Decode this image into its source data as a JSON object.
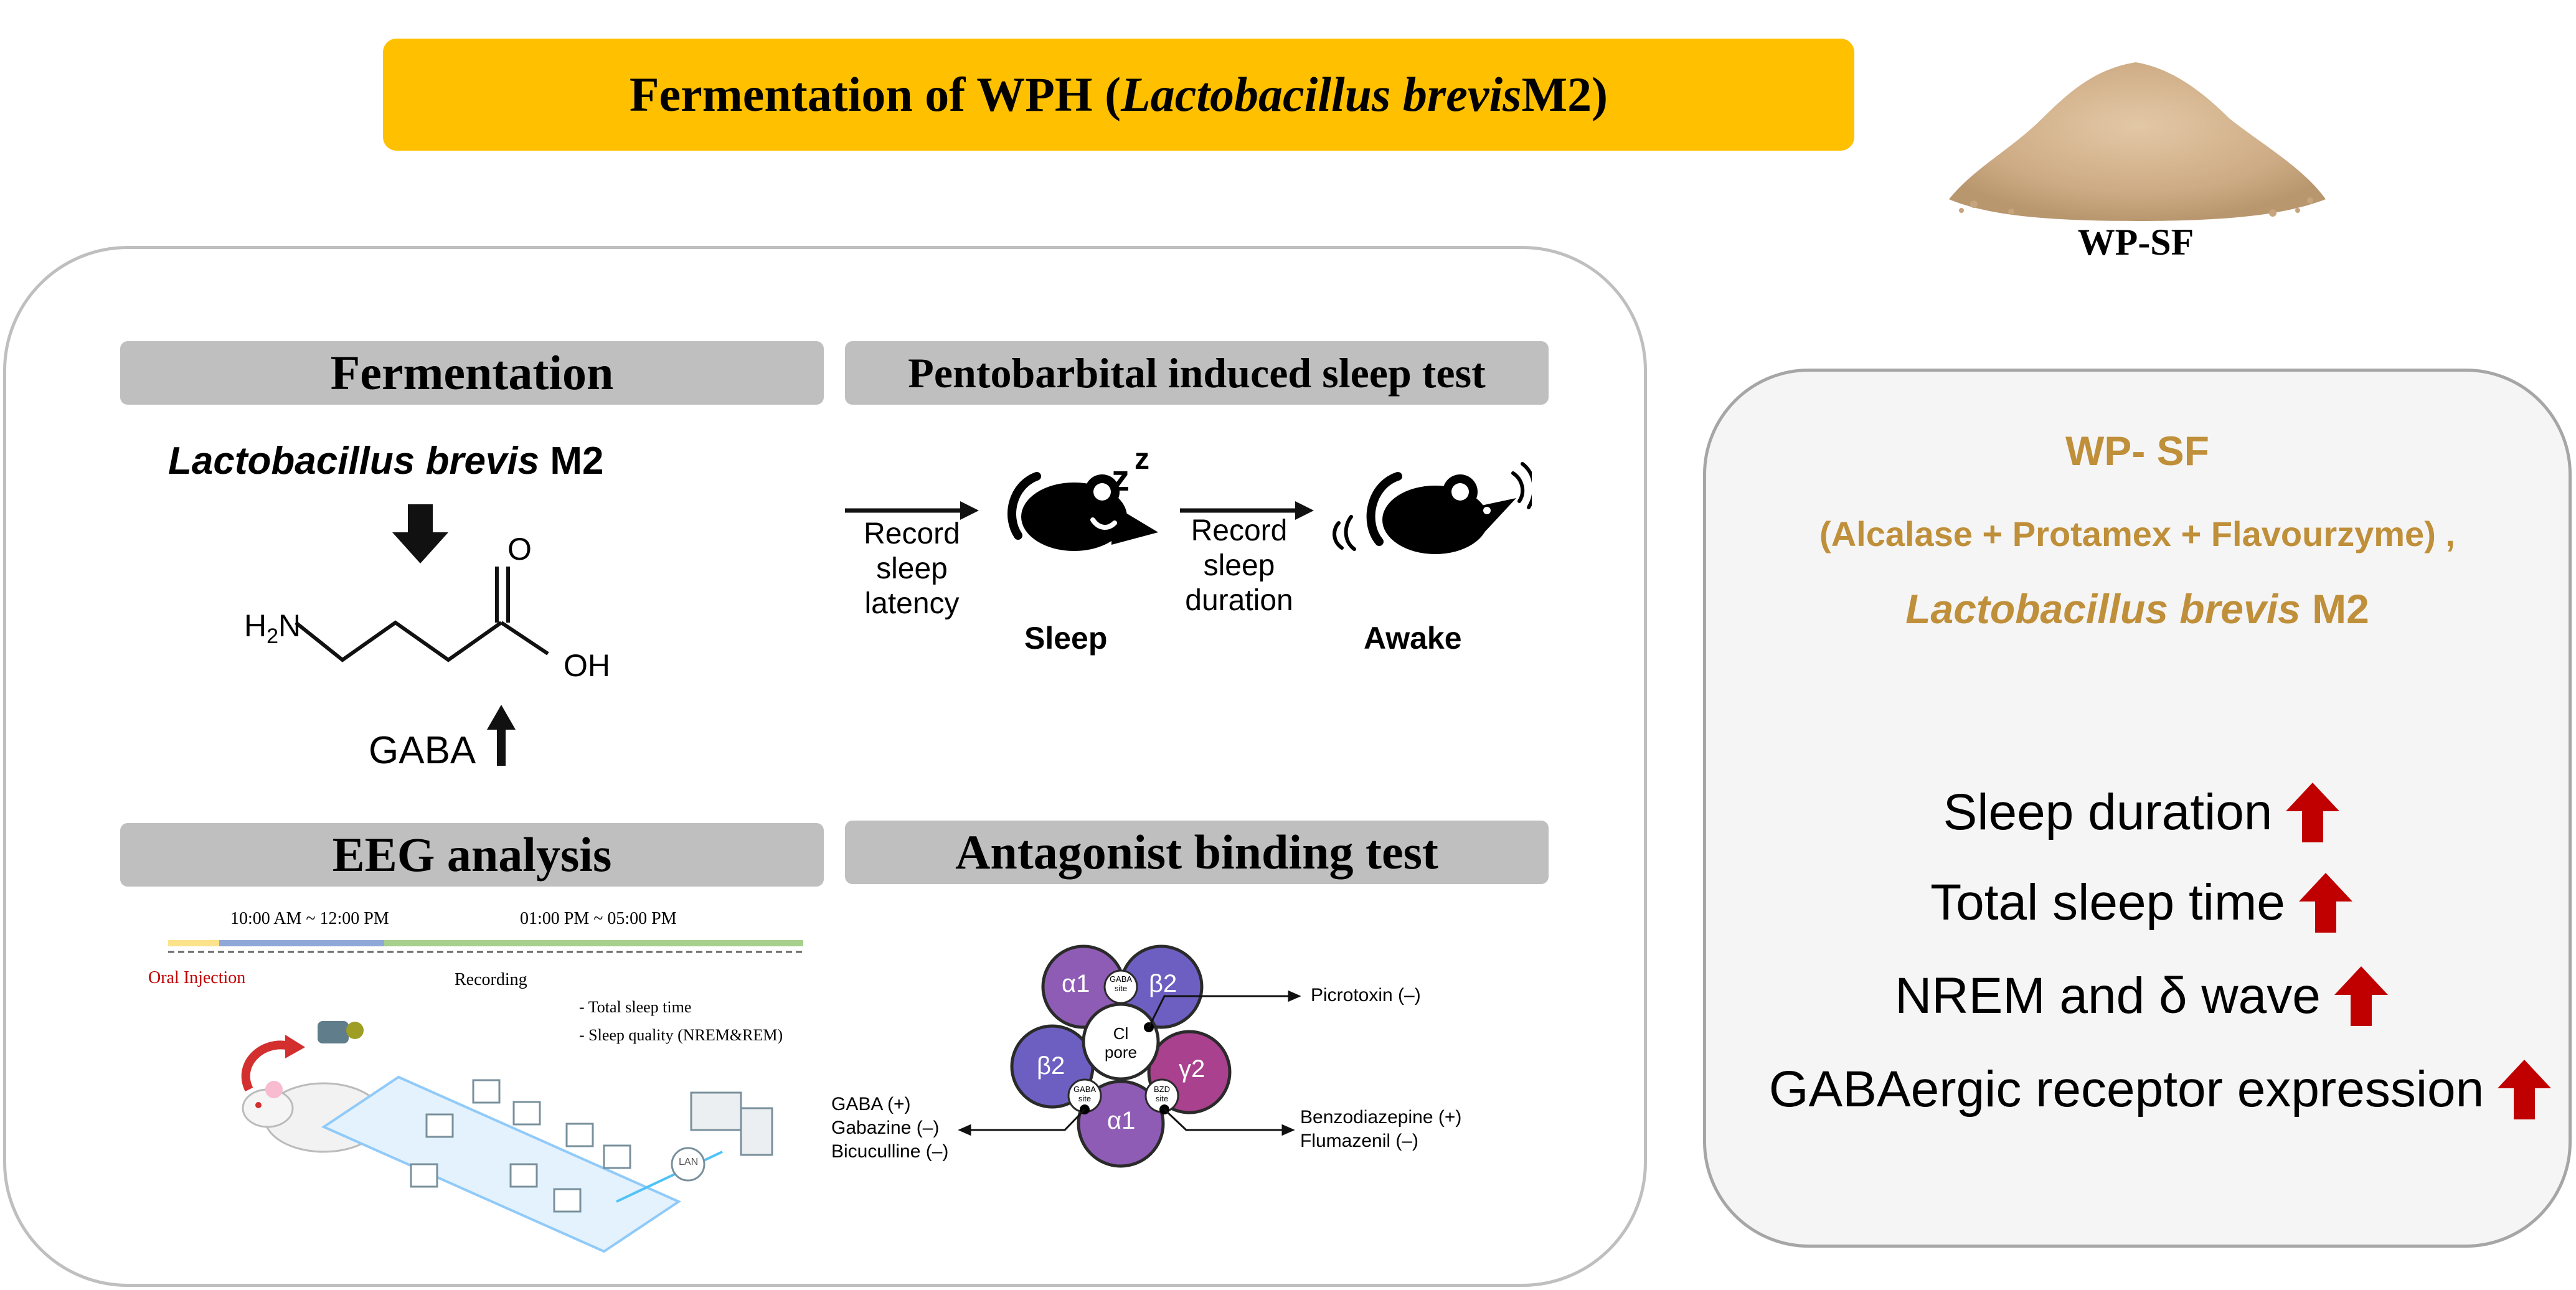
{
  "header": {
    "title_prefix": "Fermentation of WPH (",
    "title_italic": "Lactobacillus brevis",
    "title_suffix": " M2)"
  },
  "product": {
    "label": "WP-SF"
  },
  "fermentation": {
    "heading": "Fermentation",
    "organism_italic": "Lactobacillus brevis",
    "organism_suffix": " M2",
    "molecule": {
      "amine": "H2N",
      "carbonyl": "O",
      "hydroxyl": "OH"
    },
    "gaba_label": "GABA"
  },
  "sleep_test": {
    "heading": "Pentobarbital induced sleep test",
    "record_latency": [
      "Record",
      "sleep",
      "latency"
    ],
    "record_duration": [
      "Record",
      "sleep",
      "duration"
    ],
    "sleep_label": "Sleep",
    "awake_label": "Awake",
    "zzz": "z"
  },
  "eeg": {
    "heading": "EEG analysis",
    "time1": "10:00 AM ~ 12:00 PM",
    "time2": "01:00 PM ~ 05:00 PM",
    "oral_injection": "Oral Injection",
    "recording": "Recording",
    "bullet1": "- Total sleep time",
    "bullet2": "- Sleep quality (NREM&REM)",
    "lan": "LAN"
  },
  "antagonist": {
    "heading": "Antagonist binding test",
    "subunits": [
      "α1",
      "β2",
      "γ2",
      "α1",
      "β2"
    ],
    "gaba_site": [
      "GABA",
      "site"
    ],
    "bzd_site": [
      "BZD",
      "site"
    ],
    "pore": [
      "Cl",
      "pore"
    ],
    "picrotoxin": "Picrotoxin (–)",
    "gaba_ligands": [
      "GABA (+)",
      "Gabazine (–)",
      "Bicuculline (–)"
    ],
    "bzd_ligands": [
      "Benzodiazepine (+)",
      "Flumazenil (–)"
    ]
  },
  "summary": {
    "title": "WP- SF",
    "enzymes": "(Alcalase + Protamex + Flavourzyme) ,",
    "organism_italic": "Lactobacillus brevis",
    "organism_suffix": " M2",
    "effects": [
      "Sleep duration",
      "Total sleep time",
      "NREM and δ wave",
      "GABAergic receptor expression"
    ]
  },
  "colors": {
    "header_bg": "#FFC000",
    "gold_text": "#BF8F3A",
    "up_arrow": "#C00000",
    "alpha": "#8E5CB5",
    "beta": "#6D5FC2",
    "gamma": "#A9418E"
  }
}
